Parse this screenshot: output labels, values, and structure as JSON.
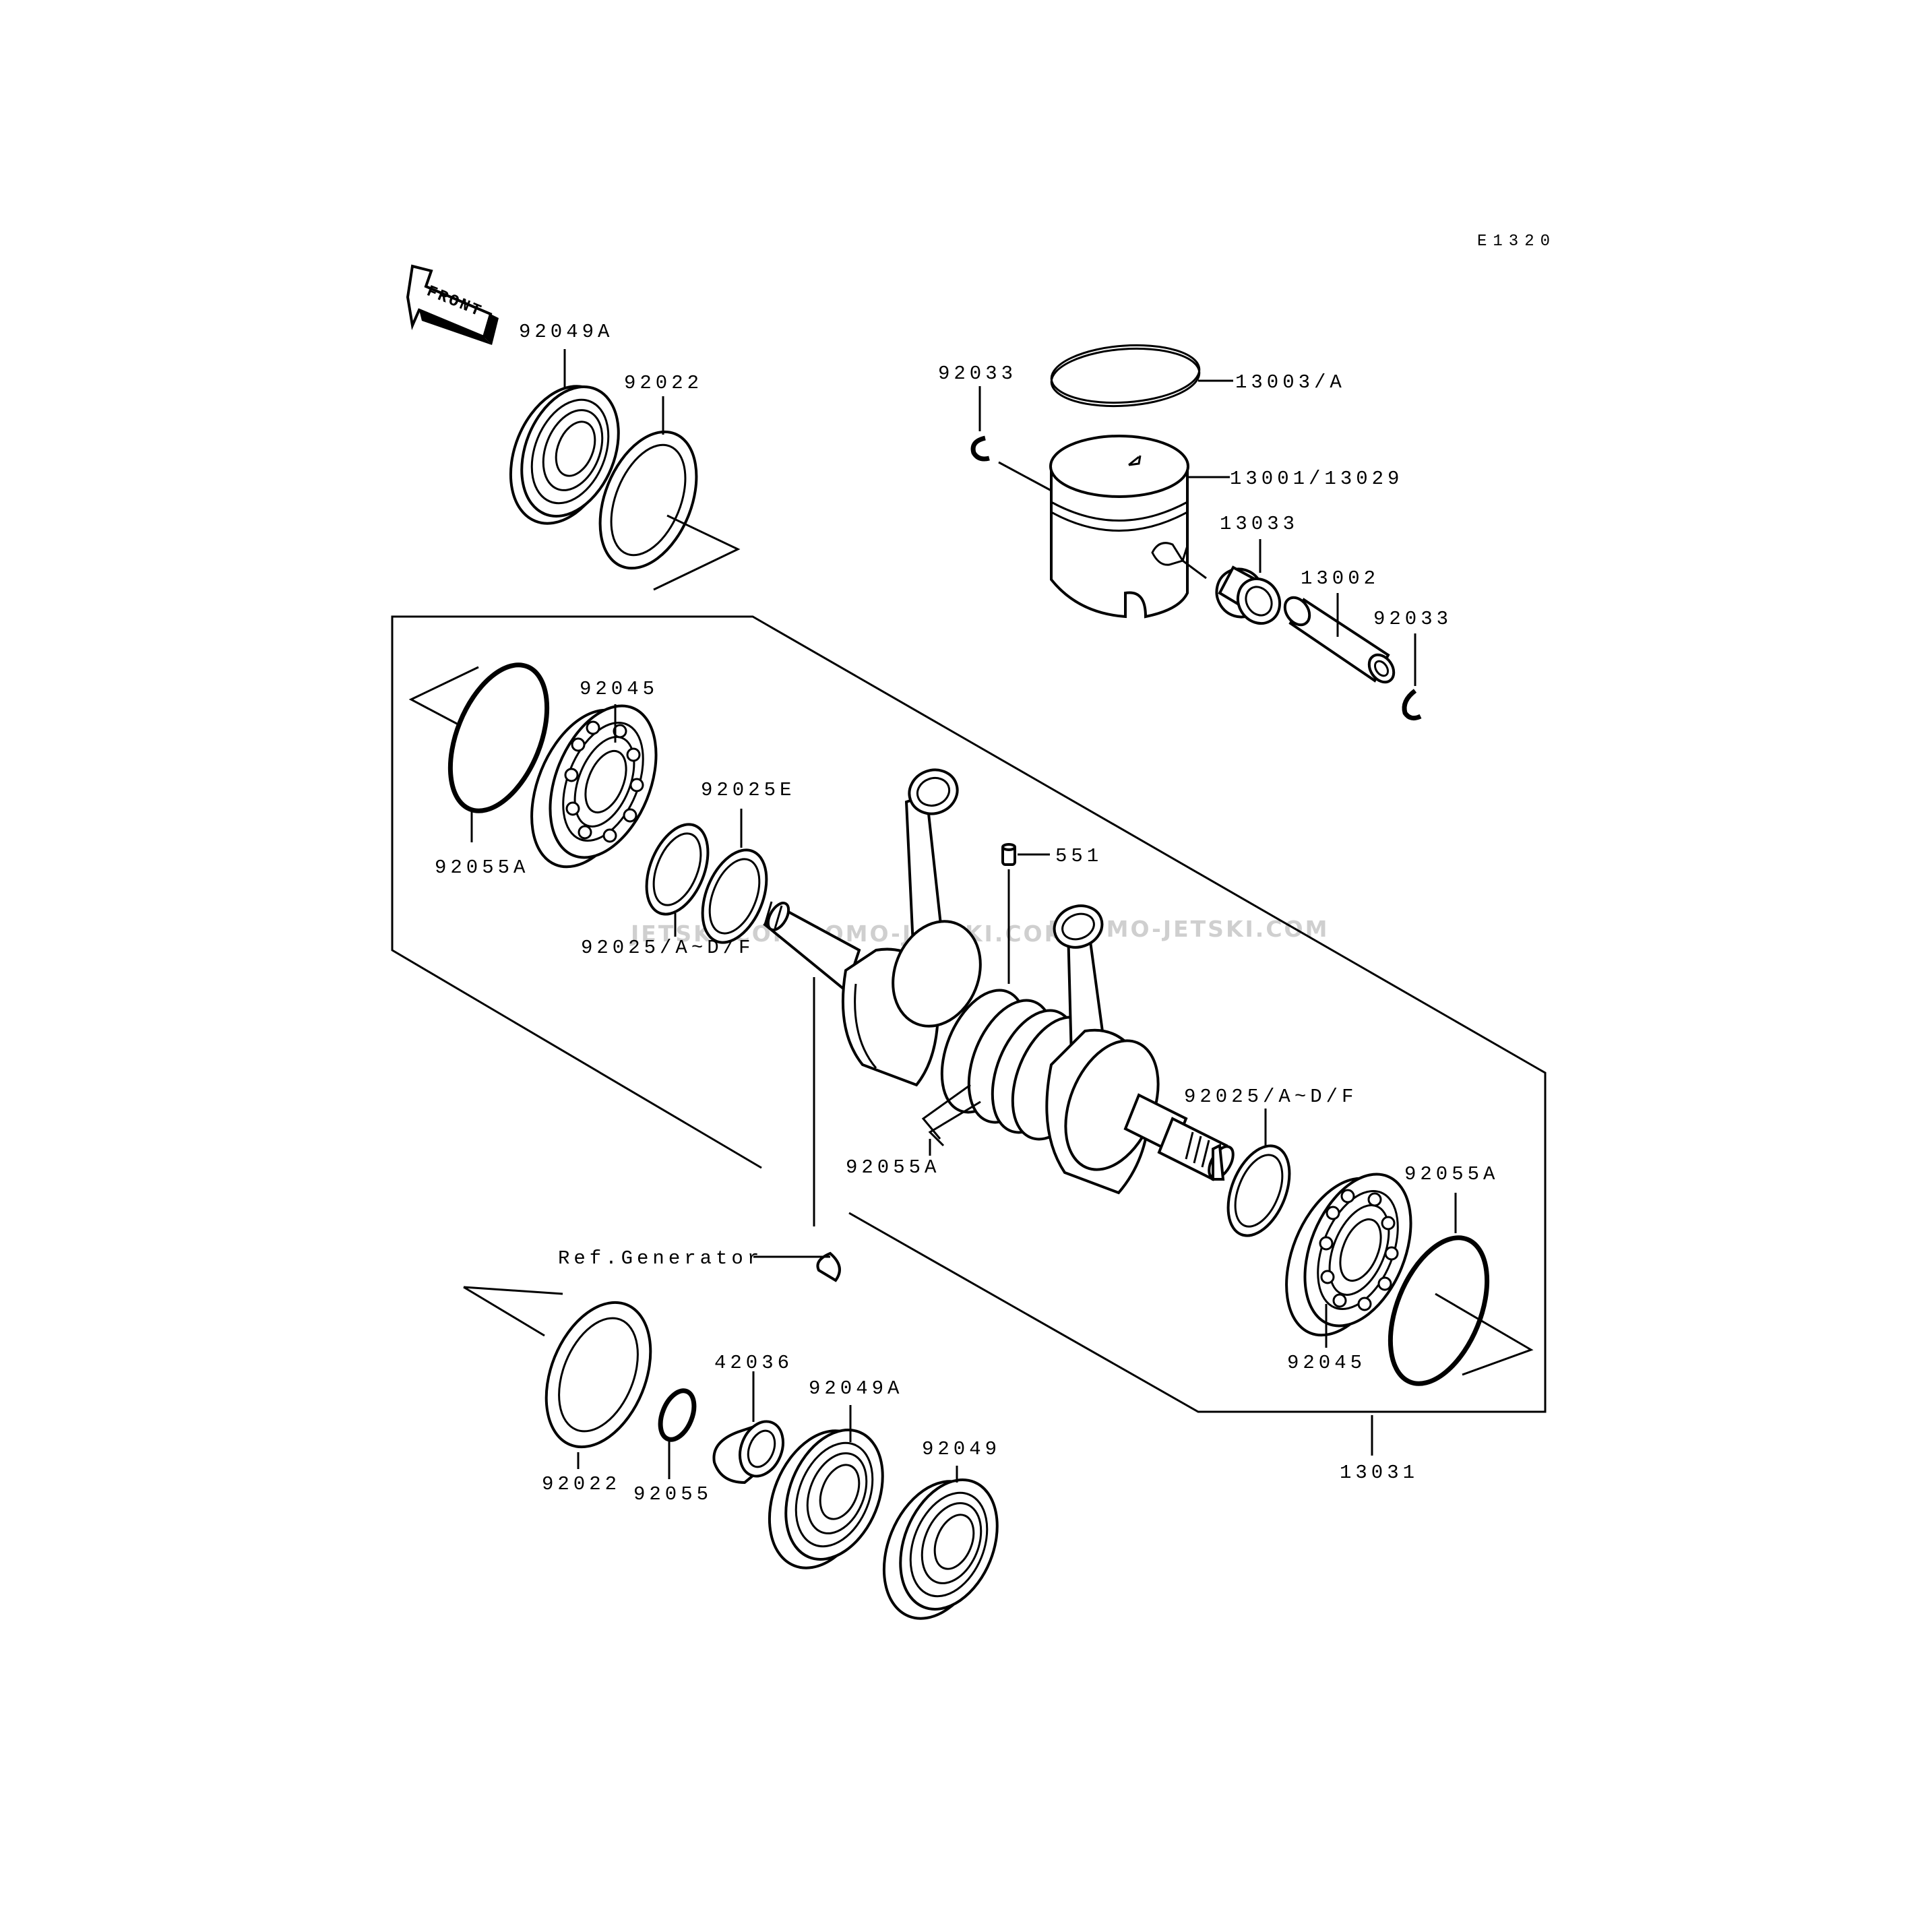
{
  "diagram_code": "E1320",
  "front_arrow_label": "FRONT",
  "watermarks": [
    "JETSKI.COM",
    "PROMO-JETSKI.COM",
    "PROMO-JETSKI.COM"
  ],
  "callouts": {
    "oil_seal_92049A_top": "92049A",
    "collar_92022_top": "92022",
    "circlip_92033_left": "92033",
    "ring_13003": "13003/A",
    "piston_13001": "13001/13029",
    "needle_bearing_13033": "13033",
    "pin_13002": "13002",
    "circlip_92033_right": "92033",
    "bearing_92045_left": "92045",
    "shim_92025E": "92025E",
    "oring_92055A_left": "92055A",
    "shim_92025_left": "92025/A~D/F",
    "pin_551": "551",
    "oring_92055A_middle": "92055A",
    "shim_92025_right": "92025/A~D/F",
    "oring_92055A_right": "92055A",
    "ref_generator": "Ref.Generator",
    "bearing_92045_right": "92045",
    "crankshaft_13031": "13031",
    "sleeve_42036": "42036",
    "oil_seal_92049A_bottom": "92049A",
    "oil_seal_92049_bottom": "92049",
    "collar_92022_bottom": "92022",
    "oring_92055_bottom": "92055"
  }
}
